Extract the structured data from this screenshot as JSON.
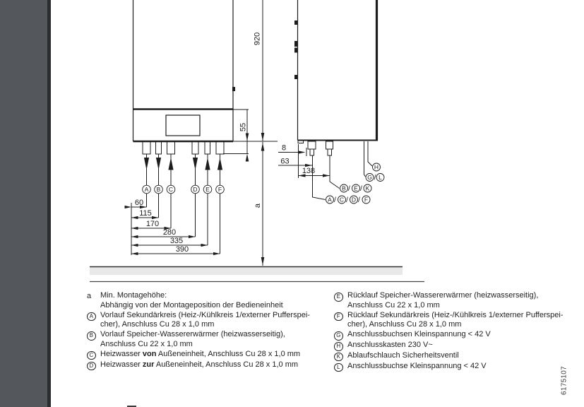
{
  "colors": {
    "sidebar": "#54575b",
    "sidebar_edge": "#2b2e31",
    "line": "#1c1c1c",
    "floor_fill": "#e8e8e8",
    "page_bg": "#ffffff"
  },
  "document_code": "6175107",
  "front_view": {
    "dim_height": "920",
    "dim_stub": "55",
    "dim_min_height": "a",
    "dim_spacings": [
      "60",
      "115",
      "170",
      "280",
      "335",
      "390"
    ],
    "connections": [
      "A",
      "B",
      "C",
      "D",
      "E",
      "F"
    ]
  },
  "side_view": {
    "dim_offsets": [
      "8",
      "63",
      "138"
    ],
    "separator": "/",
    "rows": [
      [
        "H"
      ],
      [
        "G",
        "L"
      ],
      [
        "B",
        "E",
        "K"
      ],
      [
        "A",
        "C",
        "D",
        "F"
      ]
    ]
  },
  "legend": {
    "left": [
      {
        "symbol": "a",
        "lines": [
          "Min. Montagehöhe:",
          "Abhängig von der Montageposition der Bedieneinheit"
        ]
      },
      {
        "symbol": "A",
        "lines": [
          "Vorlauf Sekundärkreis (Heiz-/Kühlkreis 1/externer Pufferspei-",
          "cher), Anschluss Cu 28 x 1,0 mm"
        ]
      },
      {
        "symbol": "B",
        "lines": [
          "Vorlauf Speicher-Wassererwärmer (heizwasserseitig),",
          "Anschluss Cu 22 x 1,0 mm"
        ]
      },
      {
        "symbol": "C",
        "pre": "Heizwasser ",
        "bold": "von",
        "post": " Außeneinheit, Anschluss Cu 28 x 1,0 mm"
      },
      {
        "symbol": "D",
        "pre": "Heizwasser ",
        "bold": "zur",
        "post": " Außeneinheit, Anschluss Cu 28 x 1,0 mm"
      }
    ],
    "right": [
      {
        "symbol": "E",
        "lines": [
          "Rücklauf Speicher-Wassererwärmer (heizwasserseitig),",
          "Anschluss Cu 22 x 1,0 mm"
        ]
      },
      {
        "symbol": "F",
        "lines": [
          "Rücklauf Sekundärkreis (Heiz-/Kühlkreis 1/externer Pufferspei-",
          "cher), Anschluss Cu 28 x 1,0 mm"
        ]
      },
      {
        "symbol": "G",
        "lines": [
          "Anschlussbuchsen Kleinspannung < 42 V"
        ]
      },
      {
        "symbol": "H",
        "lines": [
          "Anschlusskasten 230 V~"
        ]
      },
      {
        "symbol": "K",
        "lines": [
          "Ablaufschlauch Sicherheitsventil"
        ]
      },
      {
        "symbol": "L",
        "lines": [
          "Anschlussbuchse Kleinspannung < 42 V"
        ]
      }
    ]
  }
}
